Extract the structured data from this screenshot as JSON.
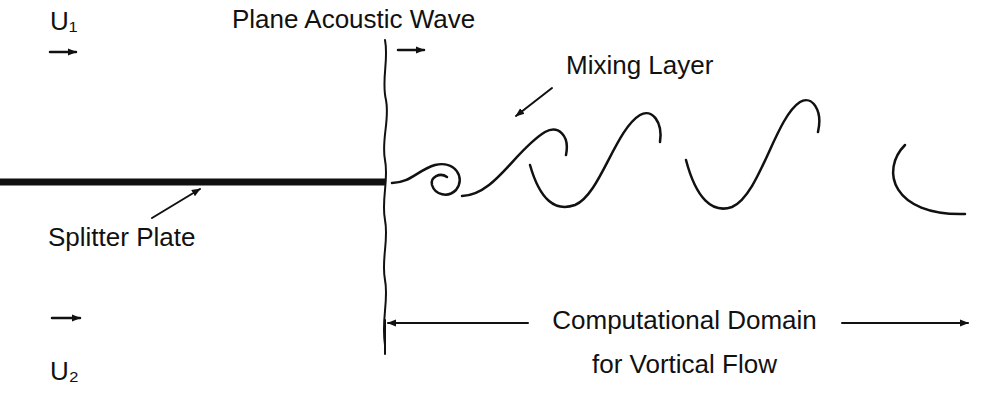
{
  "diagram": {
    "labels": [
      "U₁",
      "Plane Acoustic Wave",
      "Mixing Layer",
      "Splitter Plate",
      "U₂",
      "Computational Domain for Vortical Flow"
    ]
  }
}
